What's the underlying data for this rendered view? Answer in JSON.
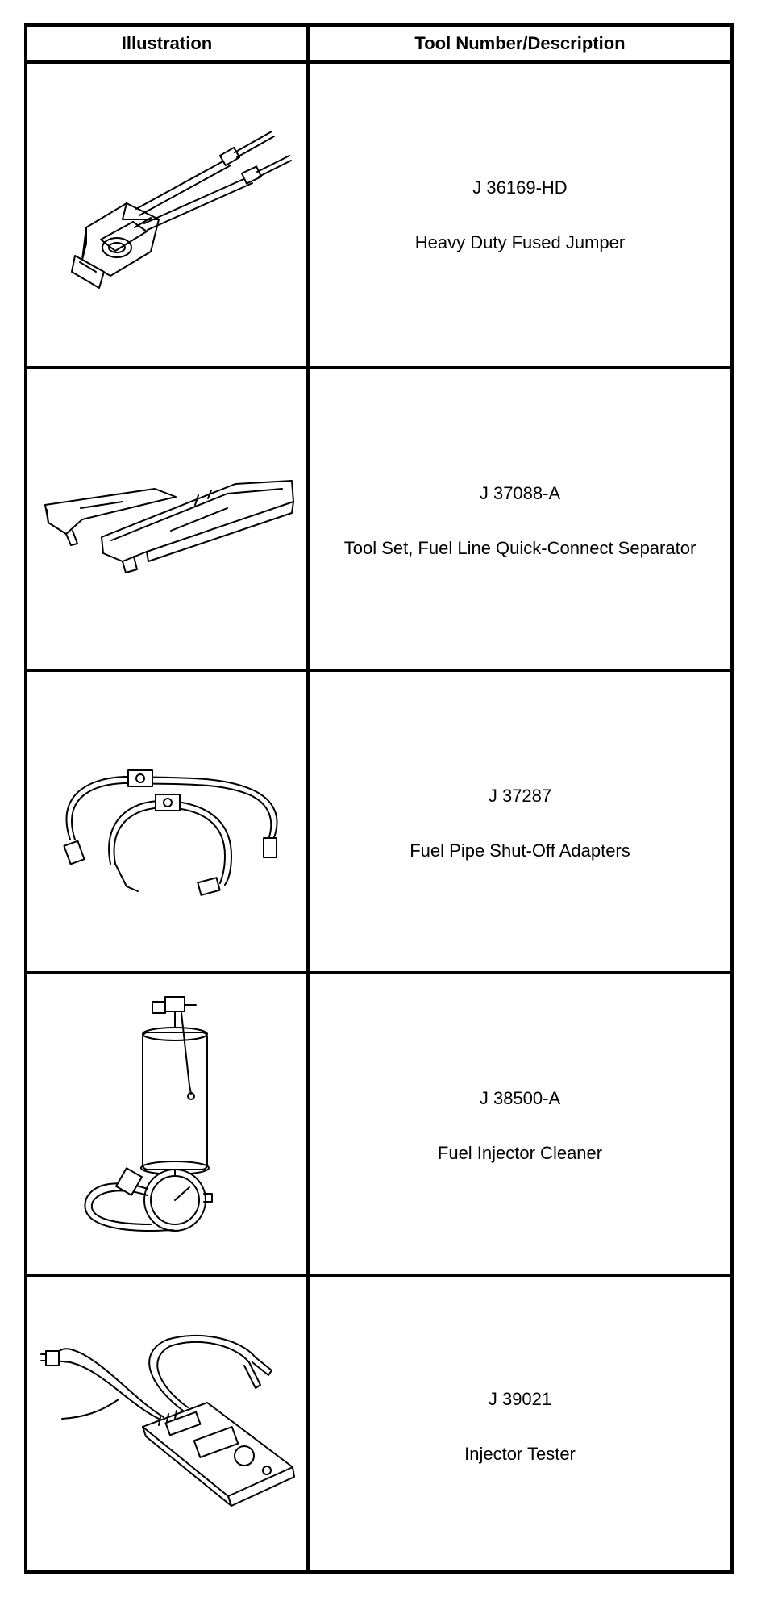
{
  "table": {
    "headers": {
      "illustration": "Illustration",
      "tool": "Tool Number/Description"
    },
    "rows": [
      {
        "number": "J 36169-HD",
        "description": "Heavy Duty Fused Jumper",
        "icon": "fused-jumper-icon"
      },
      {
        "number": "J 37088-A",
        "description": "Tool Set, Fuel Line Quick-Connect Separator",
        "icon": "separator-tool-icon"
      },
      {
        "number": "J 37287",
        "description": "Fuel Pipe Shut-Off Adapters",
        "icon": "shutoff-adapters-icon"
      },
      {
        "number": "J 38500-A",
        "description": "Fuel Injector Cleaner",
        "icon": "injector-cleaner-icon"
      },
      {
        "number": "J 39021",
        "description": "Injector Tester",
        "icon": "injector-tester-icon"
      }
    ]
  }
}
